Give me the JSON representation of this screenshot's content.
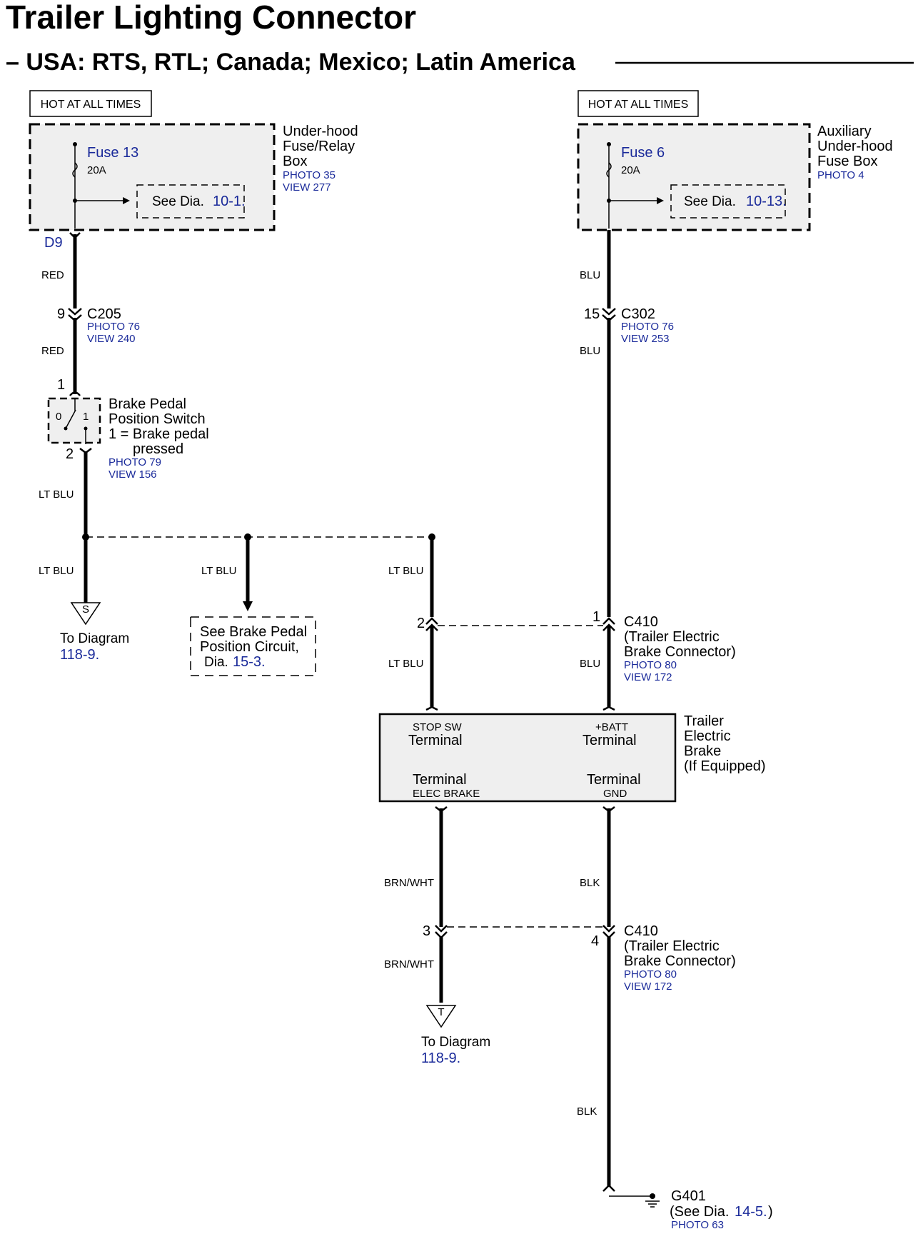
{
  "title": "Trailer Lighting Connector",
  "subtitle": "– USA: RTS, RTL; Canada; Mexico; Latin America",
  "left_power": {
    "hot_label": "HOT AT ALL TIMES",
    "fuse_name": "Fuse 13",
    "fuse_rating": "20A",
    "see_dia_text": "See Dia.",
    "see_dia_ref": "10-1.",
    "box_name": [
      "Under-hood",
      "Fuse/Relay",
      "Box"
    ],
    "photo": "PHOTO 35",
    "view": "VIEW 277",
    "terminal": "D9"
  },
  "right_power": {
    "hot_label": "HOT AT ALL TIMES",
    "fuse_name": "Fuse 6",
    "fuse_rating": "20A",
    "see_dia_text": "See Dia.",
    "see_dia_ref": "10-13.",
    "box_name": [
      "Auxiliary",
      "Under-hood",
      "Fuse Box"
    ],
    "photo": "PHOTO 4"
  },
  "c205": {
    "pin": "9",
    "name": "C205",
    "photo": "PHOTO 76",
    "view": "VIEW 240",
    "wire_above": "RED",
    "wire_below": "RED"
  },
  "c302": {
    "pin": "15",
    "name": "C302",
    "photo": "PHOTO 76",
    "view": "VIEW 253",
    "wire_above": "BLU",
    "wire_below": "BLU"
  },
  "brake_switch": {
    "pin_top": "1",
    "pin_bottom": "2",
    "pos0": "0",
    "pos1": "1",
    "name": [
      "Brake Pedal",
      "Position Switch",
      "1 = Brake pedal",
      "pressed"
    ],
    "photo": "PHOTO 79",
    "view": "VIEW 156",
    "wire_out": "LT BLU"
  },
  "branches": {
    "wire_left": "LT BLU",
    "wire_middle": "LT BLU",
    "wire_right": "LT BLU",
    "to_s": {
      "letter": "S",
      "to": "To Diagram",
      "ref": "118-9."
    },
    "see_brake": {
      "line1": "See Brake Pedal",
      "line2": "Position Circuit,",
      "dia": "Dia.",
      "ref": "15-3."
    }
  },
  "c410_top": {
    "pin_left": "2",
    "pin_right": "1",
    "name": "C410",
    "desc": [
      "(Trailer Electric",
      "Brake Connector)"
    ],
    "photo": "PHOTO 80",
    "view": "VIEW 172",
    "wire_left_below": "LT BLU",
    "wire_right_below": "BLU"
  },
  "brake_module": {
    "stop_sw_top": "STOP SW",
    "stop_sw_bottom": "Terminal",
    "batt_top": "+BATT",
    "batt_bottom": "Terminal",
    "elec_top": "Terminal",
    "elec_bottom": "ELEC BRAKE",
    "gnd_top": "Terminal",
    "gnd_bottom": "GND",
    "name": [
      "Trailer",
      "Electric",
      "Brake",
      "(If Equipped)"
    ]
  },
  "c410_bottom": {
    "pin_left": "3",
    "pin_right": "4",
    "name": "C410",
    "desc": [
      "(Trailer Electric",
      "Brake Connector)"
    ],
    "photo": "PHOTO 80",
    "view": "VIEW 172",
    "wire_left_above": "BRN/WHT",
    "wire_left_below": "BRN/WHT",
    "wire_right_above": "BLK",
    "wire_right_below": "BLK"
  },
  "to_t": {
    "letter": "T",
    "to": "To Diagram",
    "ref": "118-9."
  },
  "ground": {
    "name": "G401",
    "see_open": "(See Dia.",
    "ref": "14-5.",
    "close": ")",
    "photo": "PHOTO 63"
  },
  "colors": {
    "wire": "#000000",
    "link_blue": "#1a2a9a",
    "box_fill": "#efefef"
  }
}
